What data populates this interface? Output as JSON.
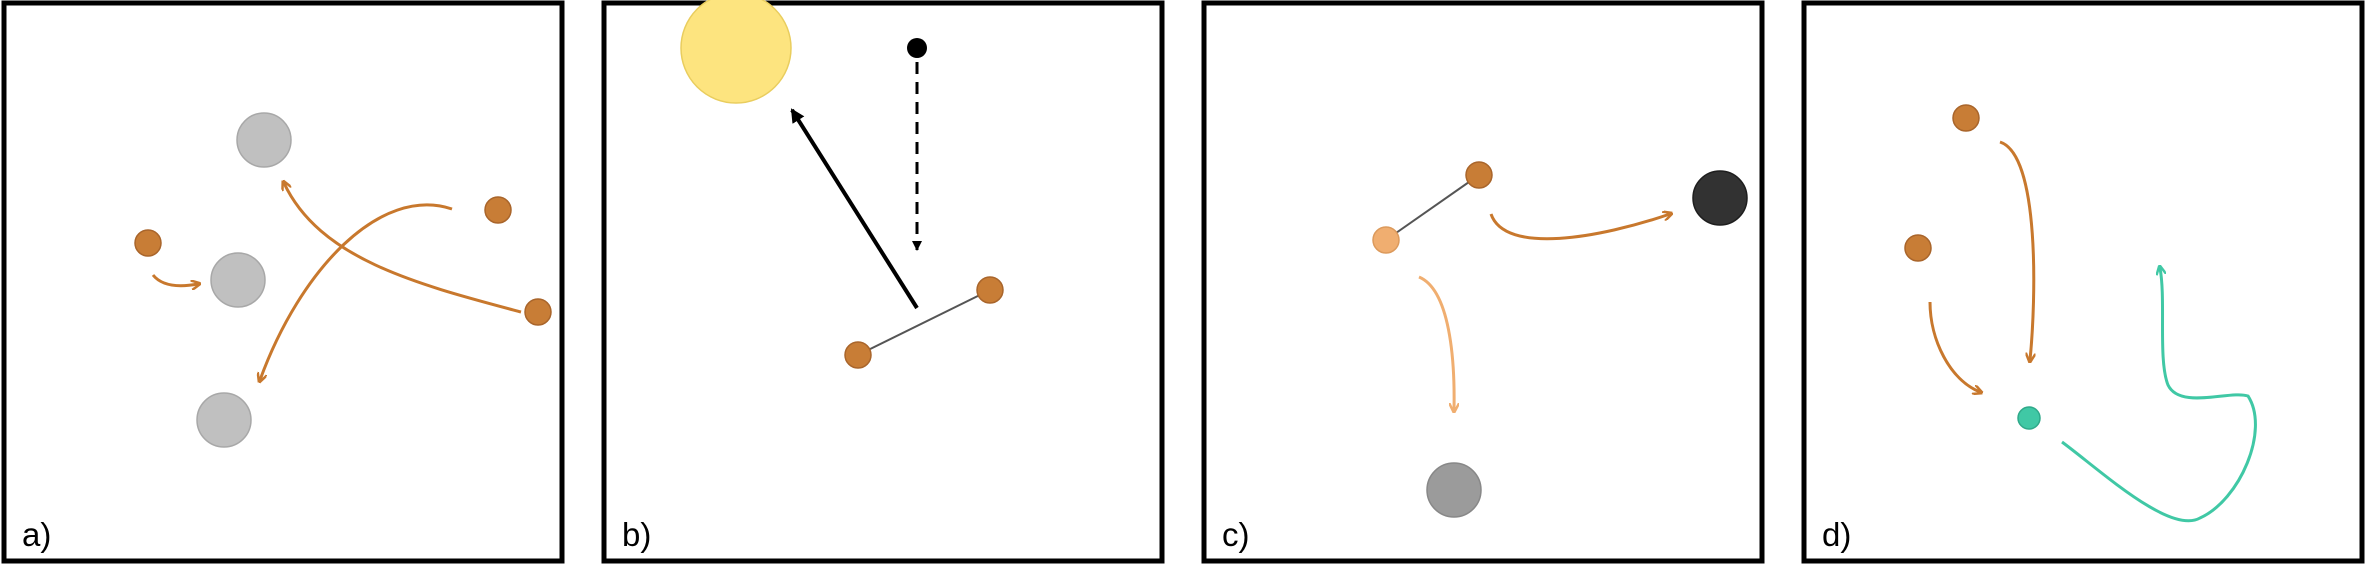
{
  "colors": {
    "frame": "#000000",
    "particle_orange": "#c87d36",
    "particle_orange_light": "#f0ae70",
    "arrow_orange": "#c8782d",
    "arrow_orange_light": "#f0ae70",
    "target_gray": "#c0c0c0",
    "target_mid_gray": "#9b9b9b",
    "target_dark": "#323232",
    "sun_yellow": "#fde47f",
    "cyan": "#40c8a5"
  },
  "panels": [
    {
      "id": "a",
      "label": "a)"
    },
    {
      "id": "b",
      "label": "b)"
    },
    {
      "id": "c",
      "label": "c)"
    },
    {
      "id": "d",
      "label": "d)"
    }
  ]
}
